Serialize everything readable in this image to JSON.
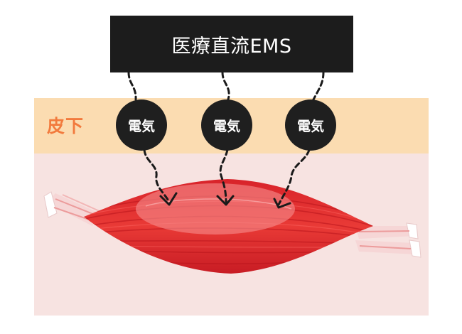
{
  "title": "医療直流EMS",
  "layer_label": "皮下",
  "nodes": [
    {
      "label": "電気"
    },
    {
      "label": "電気"
    },
    {
      "label": "電気"
    }
  ],
  "colors": {
    "title_bg": "#1c1c1c",
    "node_bg": "#1f1f1f",
    "subcutaneous_band": "#fbdcb1",
    "subcutaneous_label": "#f27a3d",
    "tissue_bg": "#f7e3e1",
    "muscle": "#e0262b",
    "muscle_highlight": "#f58b8b"
  },
  "icons": [
    "dashed-arrow-icon",
    "muscle-illustration"
  ]
}
